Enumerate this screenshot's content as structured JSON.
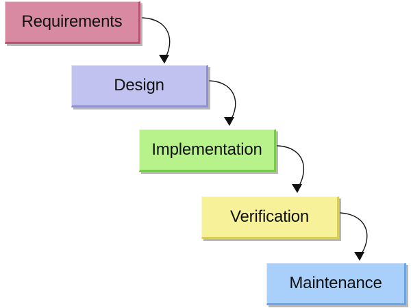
{
  "diagram": {
    "steps": [
      {
        "label": "Requirements",
        "color": "#d98aa3",
        "bottom_edge": "#b9506f"
      },
      {
        "label": "Design",
        "color": "#c1c2f0",
        "bottom_edge": "#8f90cf"
      },
      {
        "label": "Implementation",
        "color": "#b7f28a",
        "bottom_edge": "#79c94b"
      },
      {
        "label": "Verification",
        "color": "#f7f19a",
        "bottom_edge": "#d8cf57"
      },
      {
        "label": "Maintenance",
        "color": "#a9d0fa",
        "bottom_edge": "#6ea4e3"
      }
    ],
    "connector_color": "#111111"
  }
}
